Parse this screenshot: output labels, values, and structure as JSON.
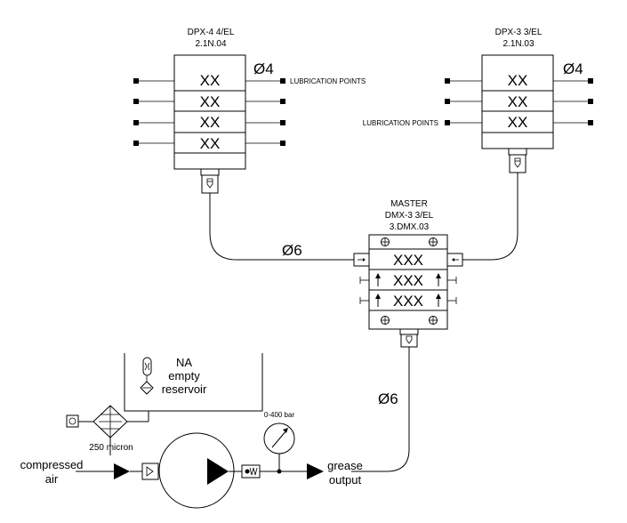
{
  "dpx4": {
    "model": "DPX-4  4/EL",
    "code": "2.1N.04",
    "sections": [
      "XX",
      "XX",
      "XX",
      "XX"
    ],
    "pipe_label": "Ø4",
    "lub_label": "LUBRICATION POINTS"
  },
  "dpx3": {
    "model": "DPX-3  3/EL",
    "code": "2.1N.03",
    "sections": [
      "XX",
      "XX",
      "XX"
    ],
    "pipe_label": "Ø4",
    "lub_label": "LUBRICATION POINTS"
  },
  "master": {
    "title": "MASTER",
    "model": "DMX-3  3/EL",
    "code": "3.DMX.03",
    "sections": [
      "XXX",
      "XXX",
      "XXX"
    ]
  },
  "pipes": {
    "left_label": "Ø6",
    "down_label": "Ø6"
  },
  "reservoir": {
    "line1": "NA",
    "line2": "empty",
    "line3": "reservoir"
  },
  "filter_label": "250 micron",
  "gauge_label": "0-400 bar",
  "air_label": [
    "compressed",
    "air"
  ],
  "grease_label": [
    "grease",
    "output"
  ]
}
